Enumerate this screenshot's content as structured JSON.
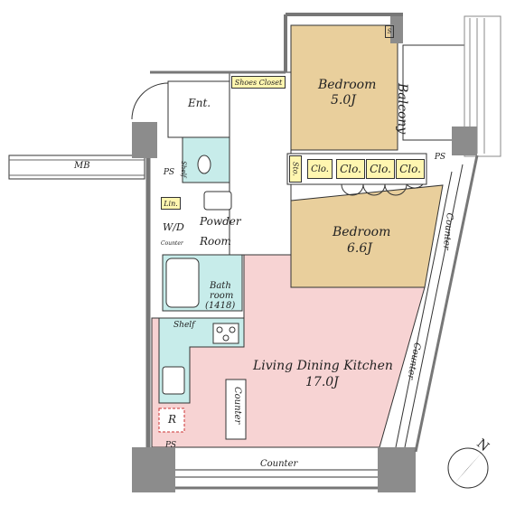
{
  "colors": {
    "bedroom": "#e9cf9c",
    "living": "#f7d3d3",
    "wet_area": "#c7ecea",
    "wall": "#8c8c8c",
    "closet_label": "#fff6b0",
    "line": "#333333"
  },
  "rooms": {
    "bedroom1": {
      "name": "Bedroom",
      "size": "5.0J"
    },
    "bedroom2": {
      "name": "Bedroom",
      "size": "6.6J"
    },
    "ldk": {
      "name": "Living Dining Kitchen",
      "size": "17.0J"
    },
    "powder": {
      "line1": "Powder",
      "line2": "Room"
    },
    "bath": {
      "line1": "Bath",
      "line2": "room",
      "line3": "(1418)"
    },
    "entrance": "Ent.",
    "balcony": "Balcony",
    "mb": "MB"
  },
  "labels": {
    "shoes_closet": "Shoes Closet",
    "sto": "Sto.",
    "clo": "Clo.",
    "ps": "PS",
    "s": "S",
    "shelf": "Shelf",
    "lin": "Lin.",
    "wd": "W/D",
    "counter": "Counter",
    "refrigerator": "R"
  },
  "compass": {
    "label": "N"
  }
}
